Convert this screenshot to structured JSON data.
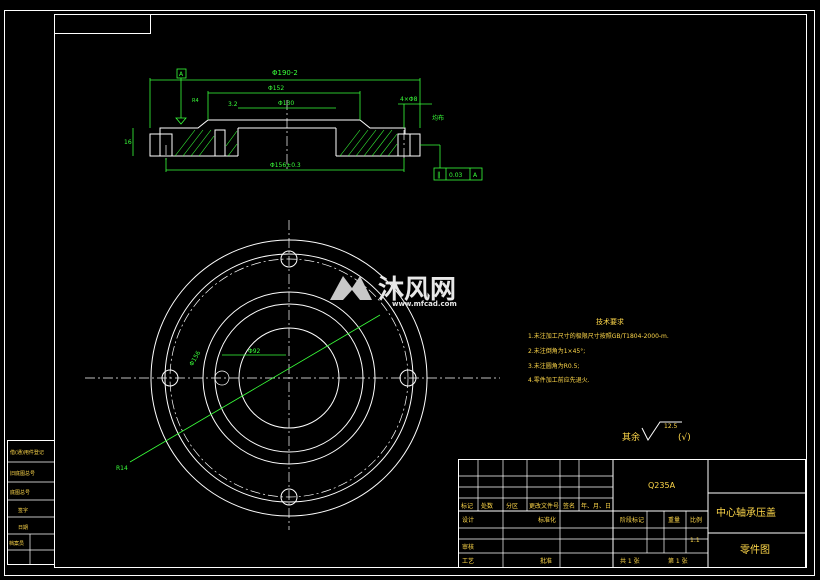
{
  "drawing": {
    "part_name": "中心轴承压盖",
    "drawing_type": "零件图",
    "material": "Q235A",
    "scale": "1:1"
  },
  "dimensions": {
    "outer_diameter": "Φ190-2",
    "inner_diameter_1": "Φ152",
    "inner_diameter_2": "Φ130",
    "bolt_circle": "Φ156±0.3",
    "hole_spec": "4×Φ8",
    "hole_note": "均布",
    "radius_r4": "R4",
    "height": "16",
    "groove": "3.2",
    "datum_a": "A",
    "gdt_value": "0.03",
    "gdt_datum": "A",
    "center_hole_label": "Φ92",
    "bolt_circle_label": "Φ156",
    "diag_label": "R14"
  },
  "surface_finish": {
    "label": "其余",
    "value": "12.5",
    "suffix": "(√)"
  },
  "tech_requirements": {
    "title": "技术要求",
    "items": [
      "1.未注加工尺寸的极限尺寸按照GB/T1804-2000-m.",
      "2.未注倒角为1×45°;",
      "3.未注圆角为R0.5;",
      "4.零件加工前应先退火."
    ]
  },
  "title_block": {
    "row_labels": [
      "标记",
      "处数",
      "分区",
      "更改文件号",
      "签名",
      "年、月、日"
    ],
    "design": "设计",
    "standardize": "标准化",
    "review": "审核",
    "process": "工艺",
    "approve": "批准",
    "stage_mark": "阶段标记",
    "weight": "重量",
    "scale_label": "比例",
    "sheets": "共 1 张",
    "sheet_no": "第 1 张"
  },
  "side_strip": {
    "items": [
      "借(通)用件登记",
      "旧底图总号",
      "底图总号",
      "签字",
      "日期",
      "档案员"
    ]
  },
  "watermark": {
    "brand": "沐风网",
    "url": "www.mfcad.com"
  }
}
